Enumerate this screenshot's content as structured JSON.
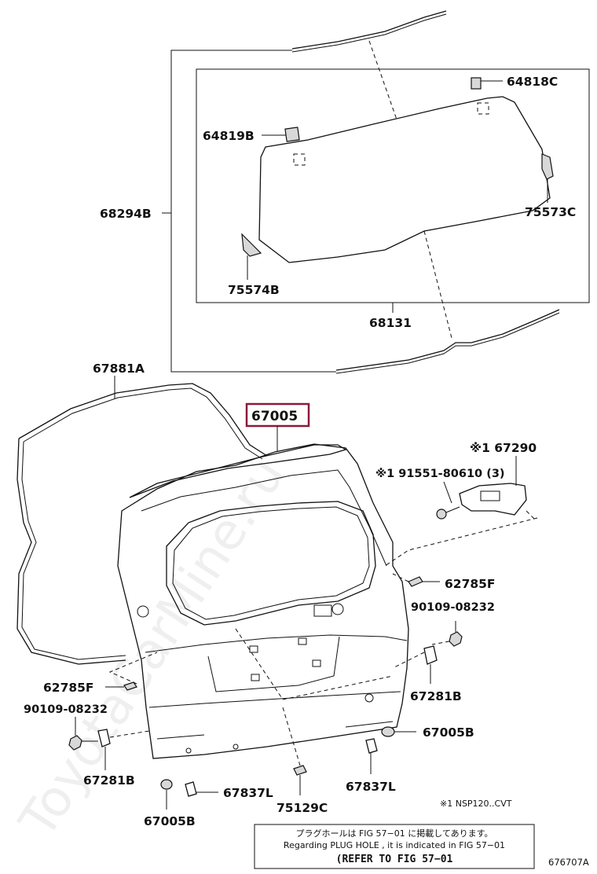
{
  "watermark": "ToyotaCarMine.ru",
  "labels": {
    "p64818C": "64818C",
    "p64819B": "64819B",
    "p68294B": "68294B",
    "p75573C": "75573C",
    "p75574B": "75574B",
    "p68131": "68131",
    "p67881A": "67881A",
    "p67005": "67005",
    "p67290": "※1 67290",
    "p91551": "※1 91551-80610 (3)",
    "p62785F_right": "62785F",
    "p90109_right": "90109-08232",
    "p62785F_left": "62785F",
    "p67281B_right": "67281B",
    "p90109_left": "90109-08232",
    "p67005B_right": "67005B",
    "p67281B_left": "67281B",
    "p67837L_left": "67837L",
    "p67837L_right": "67837L",
    "p75129C": "75129C",
    "p67005B_left": "67005B"
  },
  "footnote": "※1 NSP120..CVT",
  "note_box": {
    "line1": "プラグホールは FIG 57−01 に掲載してあります。",
    "line2": "Regarding PLUG HOLE , it is indicated in FIG 57−01",
    "line3": "(REFER TO FIG 57−01"
  },
  "figure_code": "676707A",
  "colors": {
    "highlight_box": "#8b1a3a",
    "line": "#111111"
  }
}
